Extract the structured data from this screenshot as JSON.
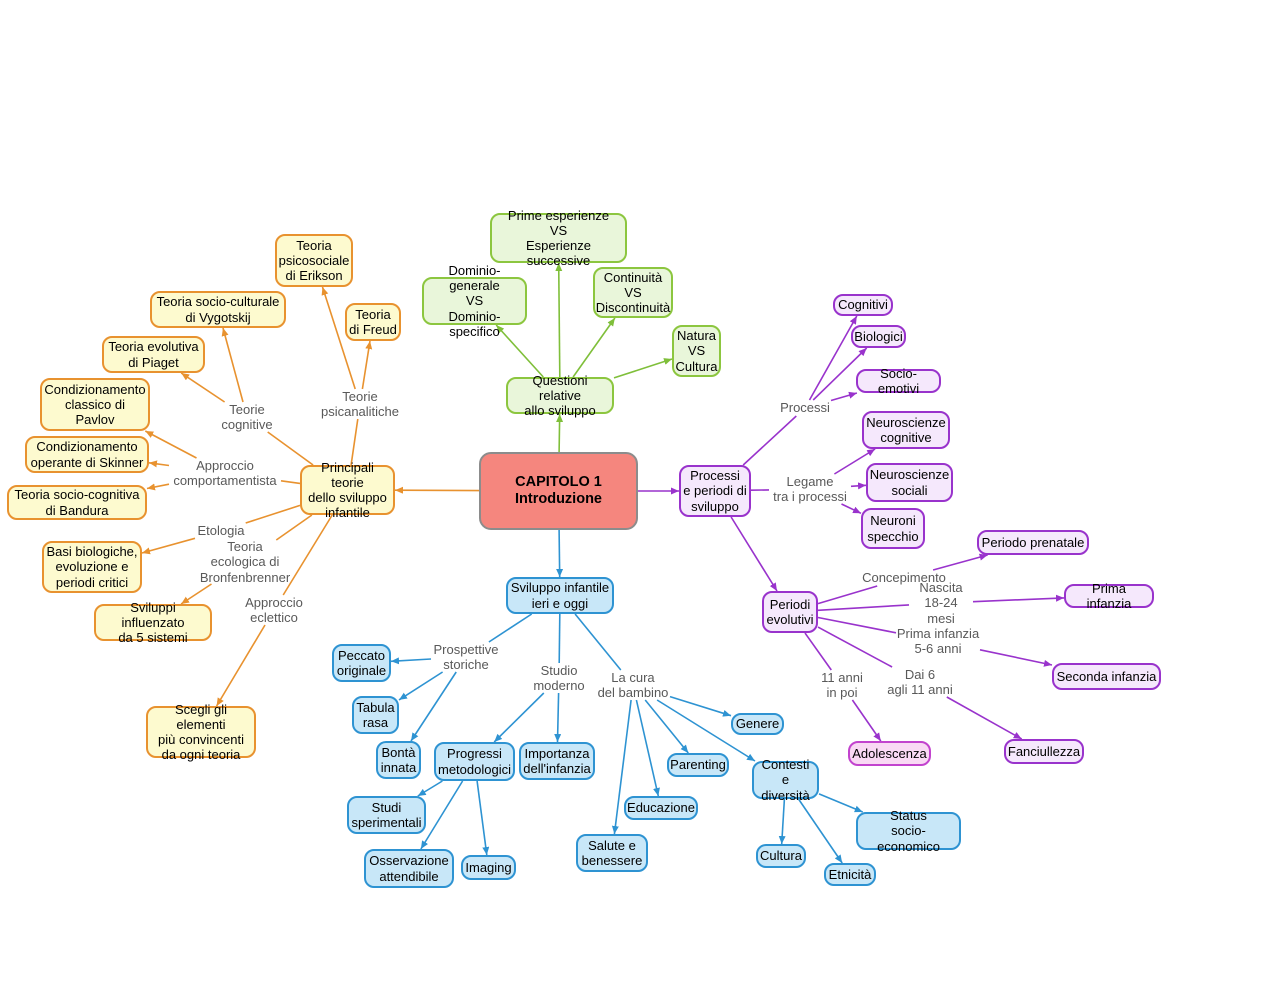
{
  "diagram_type": "concept-map",
  "colors": {
    "edges": {
      "green": "#7FBF3A",
      "orange": "#E8922F",
      "blue": "#2E93D2",
      "purple": "#9933CC"
    },
    "fills": {
      "center": "#F5867E",
      "yellow": "#FDFACF",
      "green": "#E9F6DA",
      "blue": "#C8E7F8",
      "purple": "#F5E8FC",
      "pink": "#F9D9F4"
    },
    "label_text": "#595959",
    "background": "#FFFFFF"
  },
  "nodes": [
    {
      "id": "center",
      "group": "center",
      "text": "CAPITOLO 1\nIntroduzione"
    },
    {
      "id": "q-hub",
      "group": "green",
      "text": "Questioni relative\nallo sviluppo"
    },
    {
      "id": "prime",
      "group": "green",
      "text": "Prime esperienze\nVS\nEsperienze successive"
    },
    {
      "id": "dominio",
      "group": "green",
      "text": "Dominio-generale\nVS\nDominio-specifico"
    },
    {
      "id": "continuita",
      "group": "green",
      "text": "Continuità\nVS\nDiscontinuità"
    },
    {
      "id": "natura",
      "group": "green",
      "text": "Natura\nVS\nCultura"
    },
    {
      "id": "teorie-hub",
      "group": "yellow",
      "text": "Principali teorie\ndello sviluppo\ninfantile"
    },
    {
      "id": "erikson",
      "group": "yellow",
      "text": "Teoria\npsicosociale\ndi Erikson"
    },
    {
      "id": "vygotskij",
      "group": "yellow",
      "text": "Teoria socio-culturale\ndi Vygotskij"
    },
    {
      "id": "freud",
      "group": "yellow",
      "text": "Teoria\ndi Freud"
    },
    {
      "id": "piaget",
      "group": "yellow",
      "text": "Teoria evolutiva\ndi Piaget"
    },
    {
      "id": "pavlov",
      "group": "yellow",
      "text": "Condizionamento\nclassico di\nPavlov"
    },
    {
      "id": "skinner",
      "group": "yellow",
      "text": "Condizionamento\noperante di Skinner"
    },
    {
      "id": "bandura",
      "group": "yellow",
      "text": "Teoria socio-cognitiva\ndi Bandura"
    },
    {
      "id": "basi",
      "group": "yellow",
      "text": "Basi biologiche,\nevoluzione e\nperiodi critici"
    },
    {
      "id": "sviluppi5",
      "group": "yellow",
      "text": "Sviluppi influenzato\nda 5 sistemi"
    },
    {
      "id": "scegli",
      "group": "yellow",
      "text": "Scegli gli elementi\npiù convincenti\nda ogni teoria"
    },
    {
      "id": "processi-hub",
      "group": "purple",
      "text": "Processi\ne periodi di\nsviluppo"
    },
    {
      "id": "cognitivi",
      "group": "purple",
      "text": "Cognitivi"
    },
    {
      "id": "biologici",
      "group": "purple",
      "text": "Biologici"
    },
    {
      "id": "socio-emotivi",
      "group": "purple",
      "text": "Socio-emotivi"
    },
    {
      "id": "neuro-cog",
      "group": "purple",
      "text": "Neuroscienze\ncognitive"
    },
    {
      "id": "neuro-soc",
      "group": "purple",
      "text": "Neuroscienze\nsociali"
    },
    {
      "id": "neuroni",
      "group": "purple",
      "text": "Neuroni\nspecchio"
    },
    {
      "id": "periodi-ev",
      "group": "purple",
      "text": "Periodi\nevolutivi"
    },
    {
      "id": "periodo-pren",
      "group": "purple",
      "text": "Periodo prenatale"
    },
    {
      "id": "prima-inf",
      "group": "purple",
      "text": "Prima infanzia"
    },
    {
      "id": "seconda-inf",
      "group": "purple",
      "text": "Seconda infanzia"
    },
    {
      "id": "fanciullezza",
      "group": "purple",
      "text": "Fanciullezza"
    },
    {
      "id": "adolescenza",
      "group": "pink",
      "text": "Adolescenza"
    },
    {
      "id": "sviluppo-hub",
      "group": "blue",
      "text": "Sviluppo infantile\nieri e oggi"
    },
    {
      "id": "peccato",
      "group": "blue",
      "text": "Peccato\noriginale"
    },
    {
      "id": "tabula",
      "group": "blue",
      "text": "Tabula\nrasa"
    },
    {
      "id": "bonta",
      "group": "blue",
      "text": "Bontà\ninnata"
    },
    {
      "id": "progressi",
      "group": "blue",
      "text": "Progressi\nmetodologici"
    },
    {
      "id": "importanza",
      "group": "blue",
      "text": "Importanza\ndell'infanzia"
    },
    {
      "id": "studi",
      "group": "blue",
      "text": "Studi\nsperimentali"
    },
    {
      "id": "osservazione",
      "group": "blue",
      "text": "Osservazione\nattendibile"
    },
    {
      "id": "imaging",
      "group": "blue",
      "text": "Imaging"
    },
    {
      "id": "salute",
      "group": "blue",
      "text": "Salute e\nbenessere"
    },
    {
      "id": "educazione",
      "group": "blue",
      "text": "Educazione"
    },
    {
      "id": "genere",
      "group": "blue",
      "text": "Genere"
    },
    {
      "id": "parenting",
      "group": "blue",
      "text": "Parenting"
    },
    {
      "id": "contesti",
      "group": "blue",
      "text": "Contesti\ne diversità"
    },
    {
      "id": "cultura",
      "group": "blue",
      "text": "Cultura"
    },
    {
      "id": "etnicita",
      "group": "blue",
      "text": "Etnicità"
    },
    {
      "id": "status",
      "group": "blue",
      "text": "Status\nsocio-economico"
    }
  ],
  "labels": [
    {
      "id": "l-cognitive",
      "text": "Teorie\ncognitive"
    },
    {
      "id": "l-psican",
      "text": "Teorie\npsicanalitiche"
    },
    {
      "id": "l-comport",
      "text": "Approccio\ncomportamentista"
    },
    {
      "id": "l-etologia",
      "text": "Etologia"
    },
    {
      "id": "l-ecologica",
      "text": "Teoria\necologica di\nBronfenbrenner"
    },
    {
      "id": "l-eclettico",
      "text": "Approccio\neclettico"
    },
    {
      "id": "l-processi",
      "text": "Processi"
    },
    {
      "id": "l-legame",
      "text": "Legame\ntra i processi"
    },
    {
      "id": "l-concep",
      "text": "Concepimento"
    },
    {
      "id": "l-nascita",
      "text": "Nascita\n18-24 mesi"
    },
    {
      "id": "l-priminf",
      "text": "Prima infanzia\n5-6 anni"
    },
    {
      "id": "l-dai6",
      "text": "Dai 6\nagli 11 anni"
    },
    {
      "id": "l-11anni",
      "text": "11 anni\nin poi"
    },
    {
      "id": "l-prospettive",
      "text": "Prospettive\nstoriche"
    },
    {
      "id": "l-studio",
      "text": "Studio\nmoderno"
    },
    {
      "id": "l-cura",
      "text": "La cura\ndel bambino"
    }
  ],
  "edges": [
    {
      "from": "center",
      "to": "q-hub",
      "color": "green",
      "arrow": true
    },
    {
      "from": "center",
      "to": "teorie-hub",
      "color": "orange",
      "arrow": true
    },
    {
      "from": "center",
      "to": "processi-hub",
      "color": "purple",
      "arrow": true
    },
    {
      "from": "center",
      "to": "sviluppo-hub",
      "color": "blue",
      "arrow": true
    },
    {
      "from": "q-hub",
      "to": "prime",
      "color": "green",
      "arrow": true
    },
    {
      "from": "q-hub",
      "to": "dominio",
      "color": "green",
      "arrow": true
    },
    {
      "from": "q-hub",
      "to": "continuita",
      "color": "green",
      "arrow": true
    },
    {
      "from": "q-hub",
      "to": "natura",
      "color": "green",
      "arrow": true
    },
    {
      "from": "teorie-hub",
      "to": "l-cognitive",
      "color": "orange",
      "arrow": false
    },
    {
      "from": "l-cognitive",
      "to": "vygotskij",
      "color": "orange",
      "arrow": true
    },
    {
      "from": "l-cognitive",
      "to": "piaget",
      "color": "orange",
      "arrow": true
    },
    {
      "from": "teorie-hub",
      "to": "l-psican",
      "color": "orange",
      "arrow": false
    },
    {
      "from": "l-psican",
      "to": "erikson",
      "color": "orange",
      "arrow": true
    },
    {
      "from": "l-psican",
      "to": "freud",
      "color": "orange",
      "arrow": true
    },
    {
      "from": "teorie-hub",
      "to": "l-comport",
      "color": "orange",
      "arrow": false
    },
    {
      "from": "l-comport",
      "to": "pavlov",
      "color": "orange",
      "arrow": true
    },
    {
      "from": "l-comport",
      "to": "skinner",
      "color": "orange",
      "arrow": true
    },
    {
      "from": "l-comport",
      "to": "bandura",
      "color": "orange",
      "arrow": true
    },
    {
      "from": "teorie-hub",
      "to": "l-etologia",
      "color": "orange",
      "arrow": false
    },
    {
      "from": "l-etologia",
      "to": "basi",
      "color": "orange",
      "arrow": true
    },
    {
      "from": "teorie-hub",
      "to": "l-ecologica",
      "color": "orange",
      "arrow": false
    },
    {
      "from": "l-ecologica",
      "to": "sviluppi5",
      "color": "orange",
      "arrow": true
    },
    {
      "from": "teorie-hub",
      "to": "l-eclettico",
      "color": "orange",
      "arrow": false
    },
    {
      "from": "l-eclettico",
      "to": "scegli",
      "color": "orange",
      "arrow": true
    },
    {
      "from": "processi-hub",
      "to": "l-processi",
      "color": "purple",
      "arrow": false
    },
    {
      "from": "l-processi",
      "to": "cognitivi",
      "color": "purple",
      "arrow": true
    },
    {
      "from": "l-processi",
      "to": "biologici",
      "color": "purple",
      "arrow": true
    },
    {
      "from": "l-processi",
      "to": "socio-emotivi",
      "color": "purple",
      "arrow": true
    },
    {
      "from": "processi-hub",
      "to": "l-legame",
      "color": "purple",
      "arrow": false
    },
    {
      "from": "l-legame",
      "to": "neuro-cog",
      "color": "purple",
      "arrow": true
    },
    {
      "from": "l-legame",
      "to": "neuro-soc",
      "color": "purple",
      "arrow": true
    },
    {
      "from": "l-legame",
      "to": "neuroni",
      "color": "purple",
      "arrow": true
    },
    {
      "from": "processi-hub",
      "to": "periodi-ev",
      "color": "purple",
      "arrow": true
    },
    {
      "from": "periodi-ev",
      "to": "l-concep",
      "color": "purple",
      "arrow": false
    },
    {
      "from": "l-concep",
      "to": "periodo-pren",
      "color": "purple",
      "arrow": true
    },
    {
      "from": "periodi-ev",
      "to": "l-nascita",
      "color": "purple",
      "arrow": false
    },
    {
      "from": "l-nascita",
      "to": "prima-inf",
      "color": "purple",
      "arrow": true
    },
    {
      "from": "periodi-ev",
      "to": "l-priminf",
      "color": "purple",
      "arrow": false
    },
    {
      "from": "l-priminf",
      "to": "seconda-inf",
      "color": "purple",
      "arrow": true
    },
    {
      "from": "periodi-ev",
      "to": "l-dai6",
      "color": "purple",
      "arrow": false
    },
    {
      "from": "l-dai6",
      "to": "fanciullezza",
      "color": "purple",
      "arrow": true
    },
    {
      "from": "periodi-ev",
      "to": "l-11anni",
      "color": "purple",
      "arrow": false
    },
    {
      "from": "l-11anni",
      "to": "adolescenza",
      "color": "purple",
      "arrow": true
    },
    {
      "from": "sviluppo-hub",
      "to": "l-prospettive",
      "color": "blue",
      "arrow": false
    },
    {
      "from": "l-prospettive",
      "to": "peccato",
      "color": "blue",
      "arrow": true
    },
    {
      "from": "l-prospettive",
      "to": "tabula",
      "color": "blue",
      "arrow": true
    },
    {
      "from": "l-prospettive",
      "to": "bonta",
      "color": "blue",
      "arrow": true
    },
    {
      "from": "sviluppo-hub",
      "to": "l-studio",
      "color": "blue",
      "arrow": false
    },
    {
      "from": "l-studio",
      "to": "progressi",
      "color": "blue",
      "arrow": true
    },
    {
      "from": "l-studio",
      "to": "importanza",
      "color": "blue",
      "arrow": true
    },
    {
      "from": "progressi",
      "to": "studi",
      "color": "blue",
      "arrow": true
    },
    {
      "from": "progressi",
      "to": "osservazione",
      "color": "blue",
      "arrow": true
    },
    {
      "from": "progressi",
      "to": "imaging",
      "color": "blue",
      "arrow": true
    },
    {
      "from": "sviluppo-hub",
      "to": "l-cura",
      "color": "blue",
      "arrow": false
    },
    {
      "from": "l-cura",
      "to": "genere",
      "color": "blue",
      "arrow": true
    },
    {
      "from": "l-cura",
      "to": "parenting",
      "color": "blue",
      "arrow": true
    },
    {
      "from": "l-cura",
      "to": "educazione",
      "color": "blue",
      "arrow": true
    },
    {
      "from": "l-cura",
      "to": "salute",
      "color": "blue",
      "arrow": true
    },
    {
      "from": "l-cura",
      "to": "contesti",
      "color": "blue",
      "arrow": true
    },
    {
      "from": "contesti",
      "to": "cultura",
      "color": "blue",
      "arrow": true
    },
    {
      "from": "contesti",
      "to": "etnicita",
      "color": "blue",
      "arrow": true
    },
    {
      "from": "contesti",
      "to": "status",
      "color": "blue",
      "arrow": true
    }
  ]
}
